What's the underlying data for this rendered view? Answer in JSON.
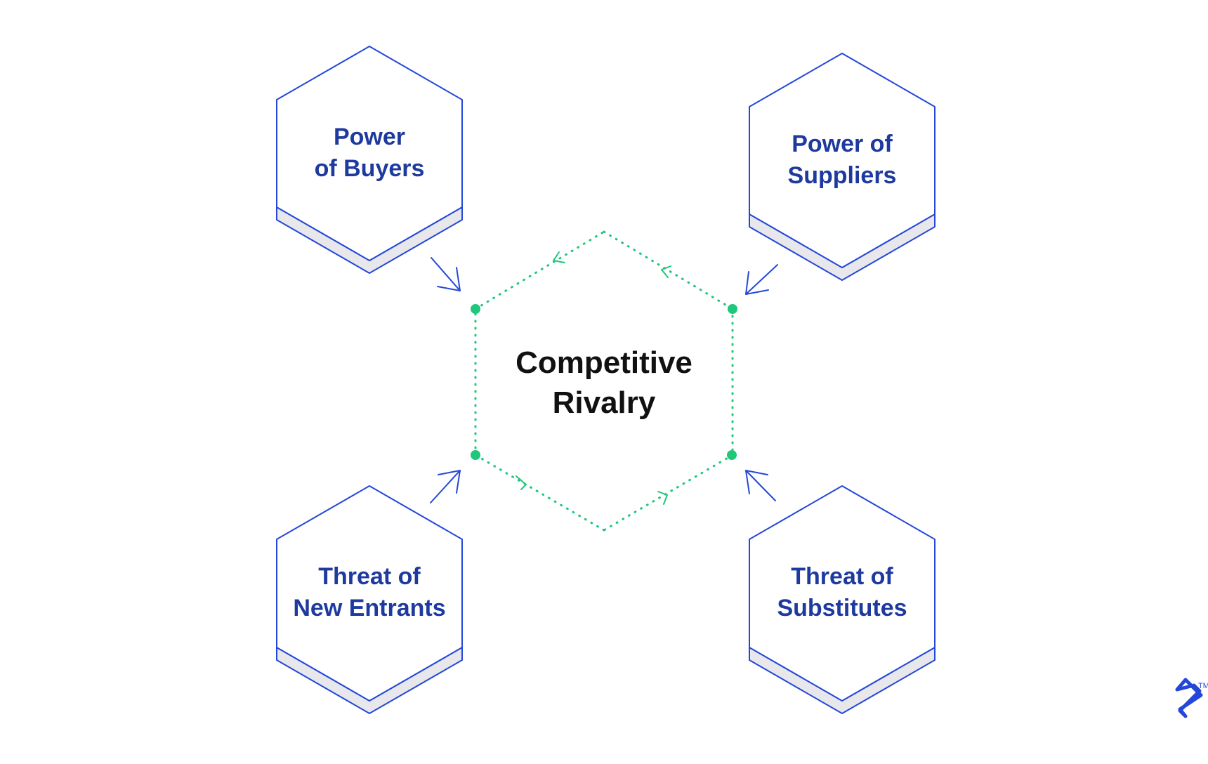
{
  "diagram": {
    "forces": {
      "buyers": {
        "line1": "Power",
        "line2": "of Buyers"
      },
      "suppliers": {
        "line1": "Power of",
        "line2": "Suppliers"
      },
      "new_entrants": {
        "line1": "Threat of",
        "line2": "New Entrants"
      },
      "substitutes": {
        "line1": "Threat of",
        "line2": "Substitutes"
      }
    },
    "center": {
      "line1": "Competitive",
      "line2": "Rivalry"
    }
  },
  "logo": {
    "trademark": "TM",
    "icon": "toptal-logo-icon"
  },
  "colors": {
    "force_text": "#1e3a9e",
    "outline": "#2447d9",
    "rivalry": "#1ec77a",
    "base_fill": "#e8e8ec",
    "center_text": "#111111"
  }
}
